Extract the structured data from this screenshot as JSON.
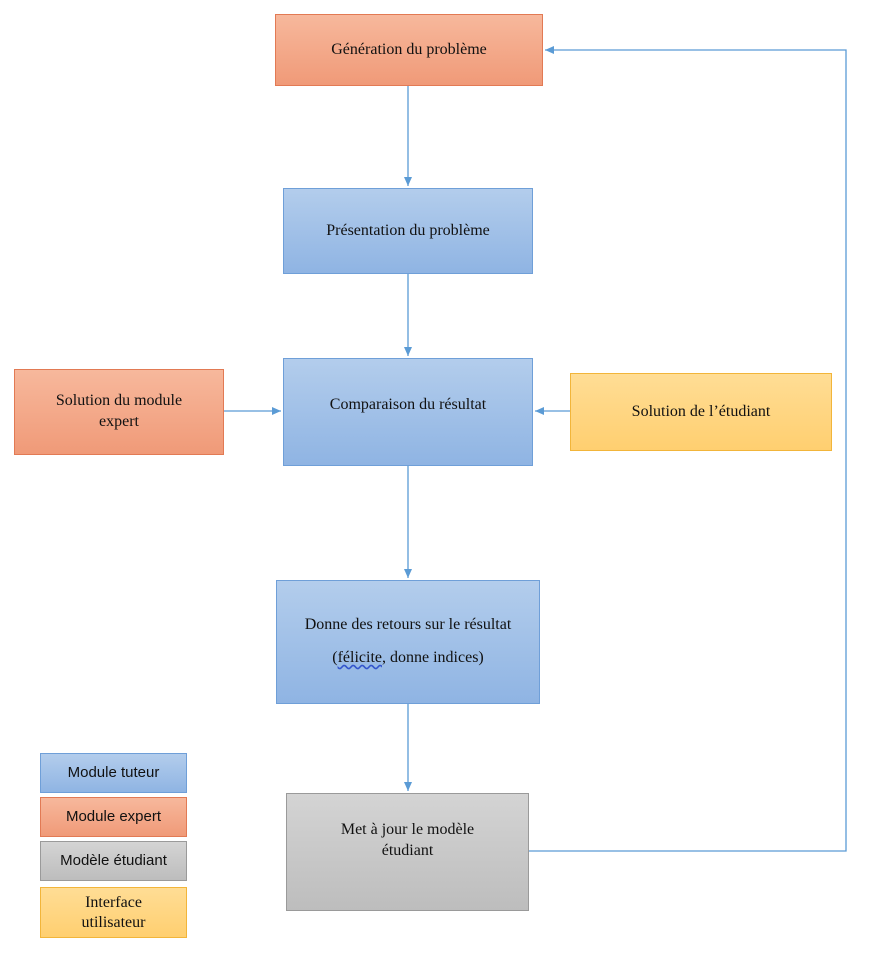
{
  "nodes": {
    "generation": "Génération du problème",
    "presentation": "Présentation du problème",
    "comparaison": "Comparaison du résultat",
    "solution_expert": "Solution du module expert",
    "solution_etudiant": "Solution de l’étudiant",
    "retours_line1": "Donne des retours sur le résultat",
    "retours_line2_open": "(",
    "retours_line2_word": "félicite",
    "retours_line2_rest": ", donne indices)",
    "maj": "Met à jour le modèle étudiant"
  },
  "legend": {
    "tuteur": "Module tuteur",
    "expert": "Module expert",
    "etudiant": "Modèle étudiant",
    "interface": "Interface utilisateur"
  },
  "colors": {
    "module_tuteur": "#9dbfe8",
    "module_expert": "#f4a98a",
    "modele_etudiant": "#c8c8c8",
    "interface_utilisateur": "#ffd580",
    "arrow": "#5b9bd5"
  }
}
